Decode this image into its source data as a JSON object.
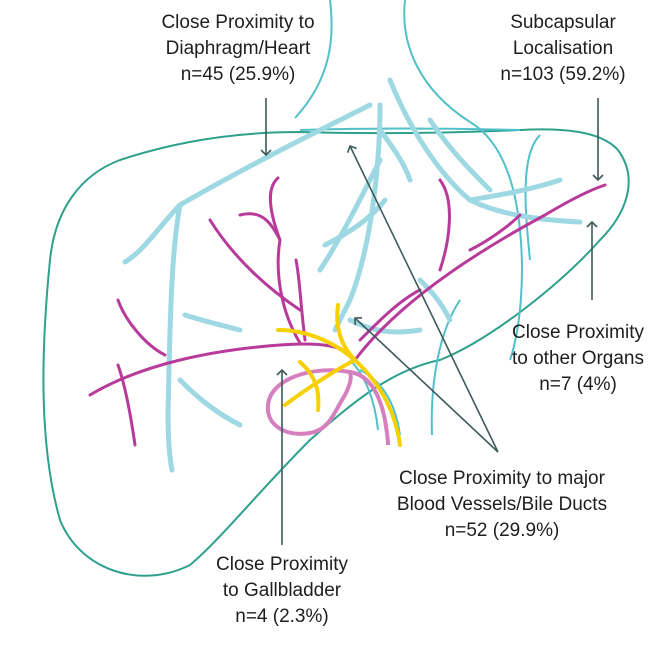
{
  "colors": {
    "liver_outline": "#2ea08c",
    "ducts": "#52c0c8",
    "vessels_light": "#9dd8e3",
    "arteries": "#b83a9a",
    "gallbladder": "#d67fbf",
    "bile": "#f6d000",
    "arrow": "#3d5a5c"
  },
  "labels": {
    "diaphragm": {
      "line1": "Close Proximity to",
      "line2": "Diaphragm/Heart",
      "line3": "n=45 (25.9%)"
    },
    "subcapsular": {
      "line1": "Subcapsular",
      "line2": "Localisation",
      "line3": "n=103 (59.2%)"
    },
    "organs": {
      "line1": "Close Proximity",
      "line2": "to other Organs",
      "line3": "n=7 (4%)"
    },
    "vessels": {
      "line1": "Close Proximity to major",
      "line2": "Blood Vessels/Bile Ducts",
      "line3": "n=52 (29.9%)"
    },
    "gallbladder": {
      "line1": "Close Proximity",
      "line2": "to Gallbladder",
      "line3": "n=4 (2.3%)"
    }
  }
}
